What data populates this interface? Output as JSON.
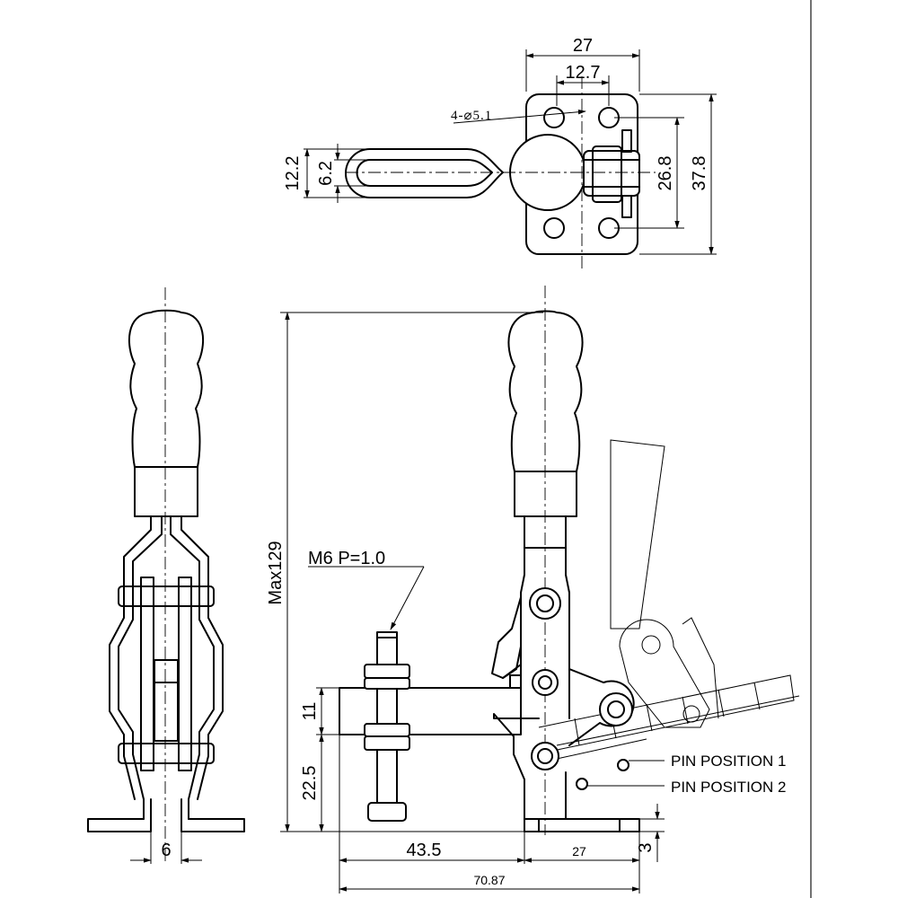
{
  "diagram": {
    "top_view": {
      "overall_width": "27",
      "hole_spacing_x": "12.7",
      "hole_callout": "4-⌀5.1",
      "handle_outer_width": "12.2",
      "handle_slot_width": "6.2",
      "hole_spacing_y": "26.8",
      "overall_length": "37.8"
    },
    "side_view": {
      "max_height": "Max129",
      "thread_spec": "M6  P=1.0",
      "arm_thickness": "11",
      "spindle_height": "22.5",
      "reach": "43.5",
      "base_length": "27",
      "base_thickness": "3",
      "overall_length": "70.87",
      "pin_position_1": "PIN POSITION 1",
      "pin_position_2": "PIN POSITION 2"
    },
    "front_view": {
      "foot_gap": "6"
    }
  }
}
